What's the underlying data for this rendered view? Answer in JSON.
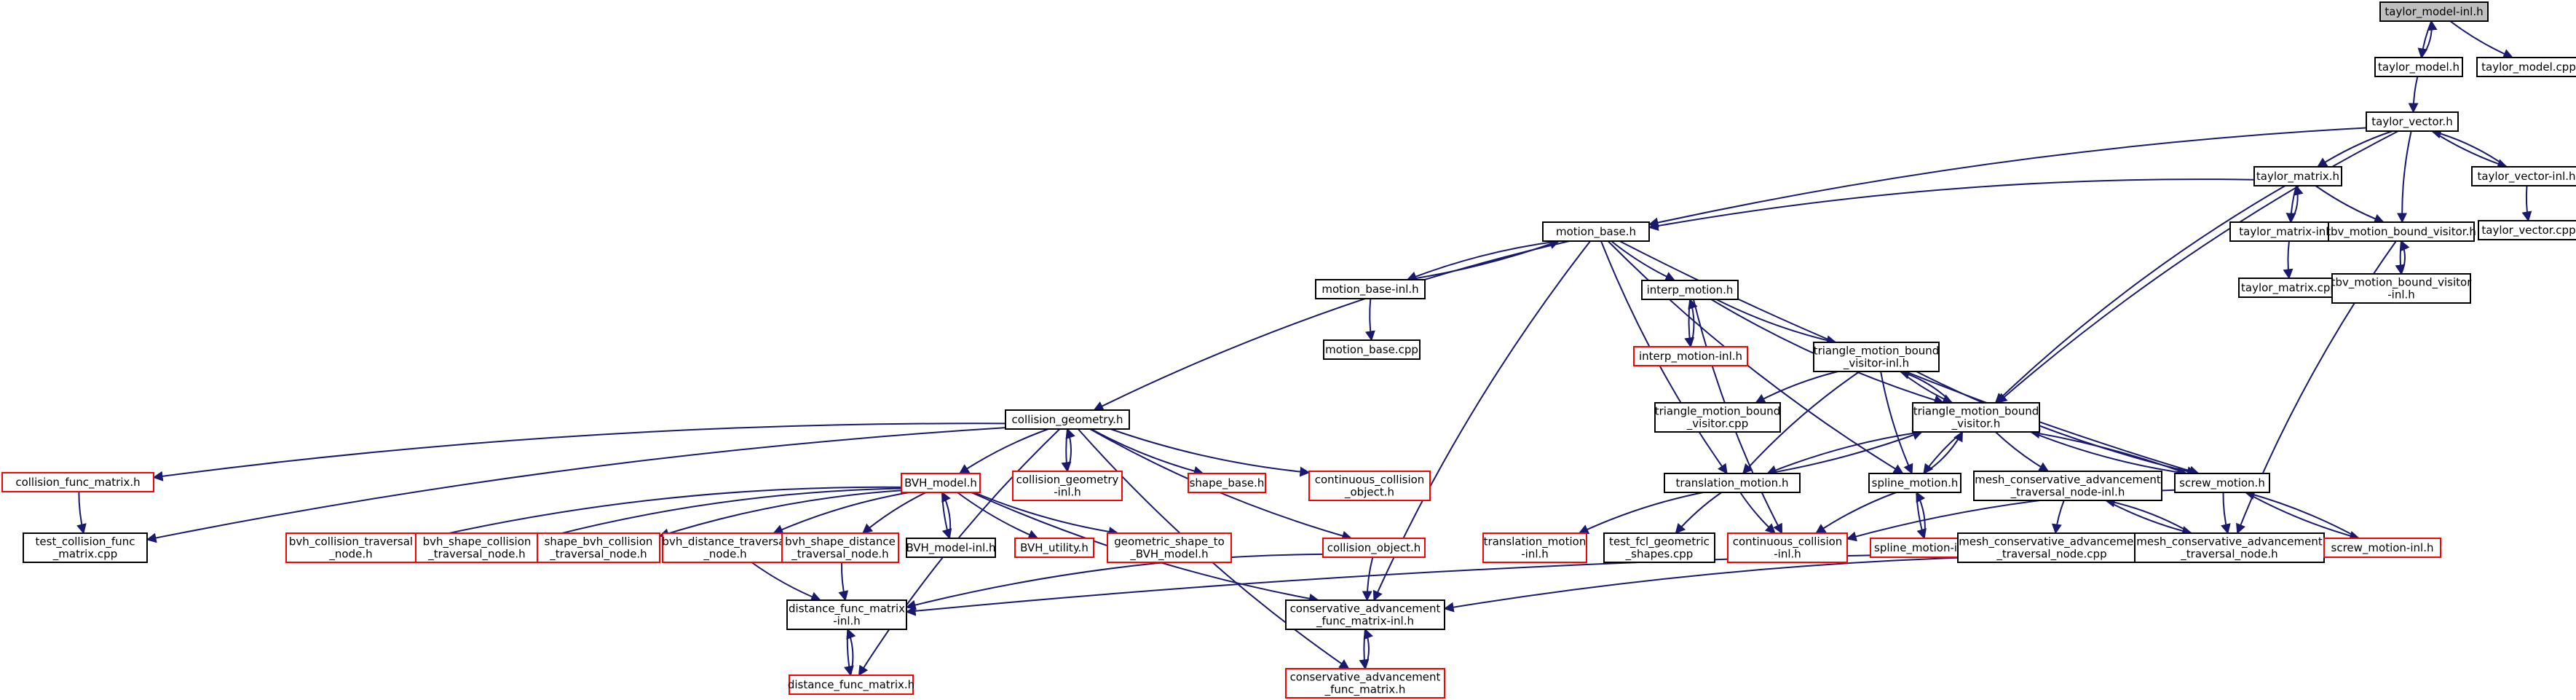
{
  "diagram": {
    "colors": {
      "edge": "#191970",
      "root_fill": "#bfbfbf",
      "root_border": "#000000",
      "documented_border": "#000000",
      "undocumented_border": "#ff0000",
      "background": "#ffffff"
    },
    "nodes": [
      {
        "id": "n0",
        "lines": [
          "taylor_model-inl.h"
        ],
        "kind": "root"
      },
      {
        "id": "n1",
        "lines": [
          "taylor_model.h"
        ],
        "kind": "documented"
      },
      {
        "id": "n2",
        "lines": [
          "taylor_model.cpp"
        ],
        "kind": "documented"
      },
      {
        "id": "n3",
        "lines": [
          "taylor_vector.h"
        ],
        "kind": "documented"
      },
      {
        "id": "n4",
        "lines": [
          "taylor_matrix.h"
        ],
        "kind": "documented"
      },
      {
        "id": "n5",
        "lines": [
          "taylor_vector-inl.h"
        ],
        "kind": "documented"
      },
      {
        "id": "n6",
        "lines": [
          "taylor_vector.cpp"
        ],
        "kind": "documented"
      },
      {
        "id": "n7",
        "lines": [
          "motion_base.h"
        ],
        "kind": "documented"
      },
      {
        "id": "n8",
        "lines": [
          "taylor_matrix-inl.h"
        ],
        "kind": "documented"
      },
      {
        "id": "n9",
        "lines": [
          "tbv_motion_bound_visitor.h"
        ],
        "kind": "documented"
      },
      {
        "id": "n10",
        "lines": [
          "taylor_matrix.cpp"
        ],
        "kind": "documented"
      },
      {
        "id": "n11",
        "lines": [
          "tbv_motion_bound_visitor",
          "-inl.h"
        ],
        "kind": "documented"
      },
      {
        "id": "n12",
        "lines": [
          "motion_base-inl.h"
        ],
        "kind": "documented"
      },
      {
        "id": "n13",
        "lines": [
          "interp_motion.h"
        ],
        "kind": "documented"
      },
      {
        "id": "n14",
        "lines": [
          "motion_base.cpp"
        ],
        "kind": "documented"
      },
      {
        "id": "n15",
        "lines": [
          "interp_motion-inl.h"
        ],
        "kind": "undocumented"
      },
      {
        "id": "n16",
        "lines": [
          "triangle_motion_bound",
          "_visitor-inl.h"
        ],
        "kind": "documented"
      },
      {
        "id": "n17",
        "lines": [
          "triangle_motion_bound",
          "_visitor.cpp"
        ],
        "kind": "documented"
      },
      {
        "id": "n18",
        "lines": [
          "triangle_motion_bound",
          "_visitor.h"
        ],
        "kind": "documented"
      },
      {
        "id": "n19",
        "lines": [
          "collision_geometry.h"
        ],
        "kind": "documented"
      },
      {
        "id": "n20",
        "lines": [
          "collision_func_matrix.h"
        ],
        "kind": "undocumented"
      },
      {
        "id": "n21",
        "lines": [
          "collision_geometry",
          "-inl.h"
        ],
        "kind": "undocumented"
      },
      {
        "id": "n22",
        "lines": [
          "shape_base.h"
        ],
        "kind": "undocumented"
      },
      {
        "id": "n23",
        "lines": [
          "continuous_collision",
          "_object.h"
        ],
        "kind": "undocumented"
      },
      {
        "id": "n24",
        "lines": [
          "translation_motion.h"
        ],
        "kind": "documented"
      },
      {
        "id": "n25",
        "lines": [
          "spline_motion.h"
        ],
        "kind": "documented"
      },
      {
        "id": "n26",
        "lines": [
          "mesh_conservative_advancement",
          "_traversal_node-inl.h"
        ],
        "kind": "documented"
      },
      {
        "id": "n27",
        "lines": [
          "screw_motion.h"
        ],
        "kind": "documented"
      },
      {
        "id": "n28",
        "lines": [
          "test_collision_func",
          "_matrix.cpp"
        ],
        "kind": "documented"
      },
      {
        "id": "n29",
        "lines": [
          "BVH_model.h"
        ],
        "kind": "undocumented"
      },
      {
        "id": "n30",
        "lines": [
          "bvh_collision_traversal",
          "_node.h"
        ],
        "kind": "undocumented"
      },
      {
        "id": "n31",
        "lines": [
          "bvh_shape_collision",
          "_traversal_node.h"
        ],
        "kind": "undocumented"
      },
      {
        "id": "n32",
        "lines": [
          "shape_bvh_collision",
          "_traversal_node.h"
        ],
        "kind": "undocumented"
      },
      {
        "id": "n33",
        "lines": [
          "bvh_distance_traversal",
          "_node.h"
        ],
        "kind": "undocumented"
      },
      {
        "id": "n34",
        "lines": [
          "bvh_shape_distance",
          "_traversal_node.h"
        ],
        "kind": "undocumented"
      },
      {
        "id": "n35",
        "lines": [
          "BVH_model-inl.h"
        ],
        "kind": "documented"
      },
      {
        "id": "n36",
        "lines": [
          "BVH_utility.h"
        ],
        "kind": "undocumented"
      },
      {
        "id": "n37",
        "lines": [
          "geometric_shape_to",
          "_BVH_model.h"
        ],
        "kind": "undocumented"
      },
      {
        "id": "n38",
        "lines": [
          "collision_object.h"
        ],
        "kind": "undocumented"
      },
      {
        "id": "n39",
        "lines": [
          "translation_motion",
          "-inl.h"
        ],
        "kind": "undocumented"
      },
      {
        "id": "n40",
        "lines": [
          "test_fcl_geometric",
          "_shapes.cpp"
        ],
        "kind": "documented"
      },
      {
        "id": "n41",
        "lines": [
          "continuous_collision",
          "-inl.h"
        ],
        "kind": "undocumented"
      },
      {
        "id": "n42",
        "lines": [
          "spline_motion-inl.h"
        ],
        "kind": "undocumented"
      },
      {
        "id": "n43",
        "lines": [
          "mesh_conservative_advancement",
          "_traversal_node.cpp"
        ],
        "kind": "documented"
      },
      {
        "id": "n44",
        "lines": [
          "mesh_conservative_advancement",
          "_traversal_node.h"
        ],
        "kind": "documented"
      },
      {
        "id": "n45",
        "lines": [
          "screw_motion-inl.h"
        ],
        "kind": "undocumented"
      },
      {
        "id": "n46",
        "lines": [
          "distance_func_matrix",
          "-inl.h"
        ],
        "kind": "documented"
      },
      {
        "id": "n47",
        "lines": [
          "conservative_advancement",
          "_func_matrix-inl.h"
        ],
        "kind": "documented"
      },
      {
        "id": "n48",
        "lines": [
          "distance_func_matrix.h"
        ],
        "kind": "undocumented"
      },
      {
        "id": "n49",
        "lines": [
          "conservative_advancement",
          "_func_matrix.h"
        ],
        "kind": "undocumented"
      }
    ],
    "edges": [
      {
        "from": "n0",
        "to": "n1"
      },
      {
        "from": "n1",
        "to": "n0"
      },
      {
        "from": "n0",
        "to": "n2"
      },
      {
        "from": "n1",
        "to": "n3"
      },
      {
        "from": "n3",
        "to": "n4"
      },
      {
        "from": "n3",
        "to": "n5"
      },
      {
        "from": "n5",
        "to": "n3"
      },
      {
        "from": "n3",
        "to": "n7"
      },
      {
        "from": "n3",
        "to": "n9"
      },
      {
        "from": "n3",
        "to": "n18"
      },
      {
        "from": "n5",
        "to": "n6"
      },
      {
        "from": "n4",
        "to": "n7"
      },
      {
        "from": "n4",
        "to": "n8"
      },
      {
        "from": "n8",
        "to": "n4"
      },
      {
        "from": "n4",
        "to": "n9"
      },
      {
        "from": "n4",
        "to": "n18"
      },
      {
        "from": "n8",
        "to": "n10"
      },
      {
        "from": "n9",
        "to": "n11"
      },
      {
        "from": "n11",
        "to": "n9"
      },
      {
        "from": "n9",
        "to": "n44"
      },
      {
        "from": "n7",
        "to": "n12"
      },
      {
        "from": "n12",
        "to": "n7"
      },
      {
        "from": "n7",
        "to": "n13"
      },
      {
        "from": "n7",
        "to": "n19"
      },
      {
        "from": "n7",
        "to": "n24"
      },
      {
        "from": "n7",
        "to": "n25"
      },
      {
        "from": "n7",
        "to": "n27"
      },
      {
        "from": "n7",
        "to": "n47"
      },
      {
        "from": "n12",
        "to": "n14"
      },
      {
        "from": "n13",
        "to": "n15"
      },
      {
        "from": "n15",
        "to": "n13"
      },
      {
        "from": "n13",
        "to": "n16"
      },
      {
        "from": "n13",
        "to": "n18"
      },
      {
        "from": "n13",
        "to": "n41"
      },
      {
        "from": "n16",
        "to": "n17"
      },
      {
        "from": "n16",
        "to": "n18"
      },
      {
        "from": "n18",
        "to": "n16"
      },
      {
        "from": "n16",
        "to": "n24"
      },
      {
        "from": "n16",
        "to": "n25"
      },
      {
        "from": "n16",
        "to": "n27"
      },
      {
        "from": "n18",
        "to": "n24"
      },
      {
        "from": "n24",
        "to": "n18"
      },
      {
        "from": "n18",
        "to": "n25"
      },
      {
        "from": "n25",
        "to": "n18"
      },
      {
        "from": "n18",
        "to": "n26"
      },
      {
        "from": "n18",
        "to": "n27"
      },
      {
        "from": "n27",
        "to": "n18"
      },
      {
        "from": "n19",
        "to": "n20"
      },
      {
        "from": "n19",
        "to": "n21"
      },
      {
        "from": "n21",
        "to": "n19"
      },
      {
        "from": "n19",
        "to": "n22"
      },
      {
        "from": "n19",
        "to": "n23"
      },
      {
        "from": "n19",
        "to": "n28"
      },
      {
        "from": "n19",
        "to": "n29"
      },
      {
        "from": "n19",
        "to": "n38"
      },
      {
        "from": "n19",
        "to": "n48"
      },
      {
        "from": "n19",
        "to": "n49"
      },
      {
        "from": "n20",
        "to": "n28"
      },
      {
        "from": "n29",
        "to": "n30"
      },
      {
        "from": "n29",
        "to": "n31"
      },
      {
        "from": "n29",
        "to": "n32"
      },
      {
        "from": "n29",
        "to": "n33"
      },
      {
        "from": "n29",
        "to": "n34"
      },
      {
        "from": "n29",
        "to": "n35"
      },
      {
        "from": "n35",
        "to": "n29"
      },
      {
        "from": "n29",
        "to": "n36"
      },
      {
        "from": "n29",
        "to": "n37"
      },
      {
        "from": "n29",
        "to": "n47"
      },
      {
        "from": "n33",
        "to": "n46"
      },
      {
        "from": "n34",
        "to": "n46"
      },
      {
        "from": "n38",
        "to": "n46"
      },
      {
        "from": "n38",
        "to": "n47"
      },
      {
        "from": "n46",
        "to": "n48"
      },
      {
        "from": "n48",
        "to": "n46"
      },
      {
        "from": "n47",
        "to": "n49"
      },
      {
        "from": "n49",
        "to": "n47"
      },
      {
        "from": "n24",
        "to": "n39"
      },
      {
        "from": "n24",
        "to": "n40"
      },
      {
        "from": "n24",
        "to": "n41"
      },
      {
        "from": "n25",
        "to": "n41"
      },
      {
        "from": "n25",
        "to": "n42"
      },
      {
        "from": "n42",
        "to": "n25"
      },
      {
        "from": "n26",
        "to": "n43"
      },
      {
        "from": "n26",
        "to": "n44"
      },
      {
        "from": "n44",
        "to": "n26"
      },
      {
        "from": "n27",
        "to": "n41"
      },
      {
        "from": "n27",
        "to": "n44"
      },
      {
        "from": "n27",
        "to": "n45"
      },
      {
        "from": "n45",
        "to": "n27"
      },
      {
        "from": "n44",
        "to": "n46"
      },
      {
        "from": "n44",
        "to": "n47"
      }
    ]
  }
}
